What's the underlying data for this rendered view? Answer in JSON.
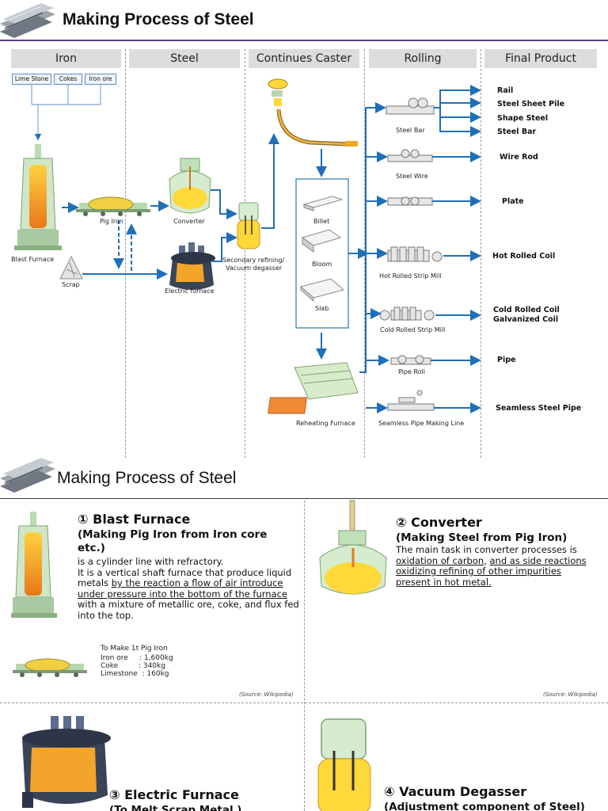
{
  "top": {
    "title": "Making Process of Steel",
    "columns": [
      "Iron",
      "Steel",
      "Continues Caster",
      "Rolling",
      "Final Product"
    ],
    "raw_materials": [
      "Lime Stone",
      "Cokes",
      "Iron ore"
    ],
    "labels": {
      "blast_furnace": "Blast Furnace",
      "pig_iron": "Pig Iron",
      "scrap": "Scrap",
      "converter": "Converter",
      "electric_furnace": "Electric furnace",
      "secondary_refining_1": "Secondary refining/",
      "secondary_refining_2": "Vacuum degasser",
      "billet": "Billet",
      "bloom": "Bloom",
      "slab": "Slab",
      "reheating_furnace": "Reheating Furnace",
      "steel_bar_mill": "Steel Bar",
      "steel_wire_mill": "Steel Wire",
      "hot_strip": "Hot Rolled Strip Mill",
      "cold_strip": "Cold Rolled Strip Mill",
      "pipe_roll": "Pipe Roll",
      "seamless_line": "Seamless Pipe Making Line"
    },
    "products": {
      "rail": "Rail",
      "sheet_pile": "Steel Sheet Pile",
      "shape_steel": "Shape Steel",
      "steel_bar": "Steel Bar",
      "wire_rod": "Wire Rod",
      "plate": "Plate",
      "hot_rolled_coil": "Hot Rolled Coil",
      "cold_rolled_coil": "Cold Rolled Coil",
      "galvanized_coil": "Galvanized Coil",
      "pipe": "Pipe",
      "seamless": "Seamless Steel Pipe"
    }
  },
  "bottom": {
    "title": "Making Process of Steel",
    "blast": {
      "title": "① Blast Furnace",
      "sub": "(Making Pig Iron from Iron core etc.)",
      "line1": "is a cylinder line with refractory.",
      "line2": "It is a vertical shaft furnace that produce liquid",
      "line3a": "metals ",
      "line3b": "by the reaction a flow of air introduce",
      "line4": "under pressure into the bottom of the furnace",
      "line5": "with a mixture of metallic ore, coke, and flux fed",
      "line6": "into the top.",
      "make_title": "To Make 1t Pig Iron",
      "make_rows": "Iron ore     : 1,600kg\nCoke         : 340kg\nLimestone  : 160kg",
      "source": "(Source: Wikipedia)"
    },
    "converter": {
      "title": "② Converter",
      "sub": "(Making Steel from Pig Iron)",
      "line1": "The main task in converter processes is",
      "line2a": "oxidation of carbon",
      "line2b": ", ",
      "line2c": "and as side reactions",
      "line3": "oxidizing refining of other impurities",
      "line4": "present in hot metal.",
      "source": "(Source: Wikipedia)"
    },
    "electric": {
      "title": "③ Electric Furnace",
      "sub": "(To Melt Scrap Metal )"
    },
    "vacuum": {
      "title": "④ Vacuum Degasser",
      "sub": "(Adjustment component of Steel)"
    }
  }
}
